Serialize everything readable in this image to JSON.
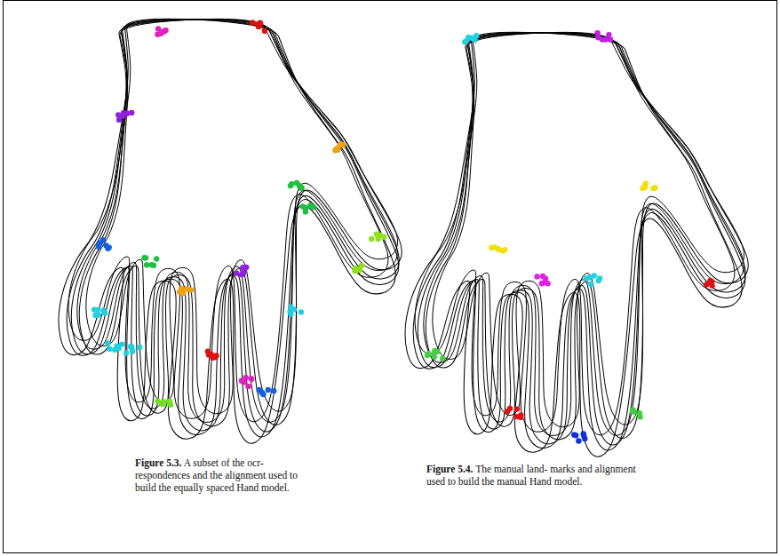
{
  "diagram": {
    "labels": [
      "Figure 5.3.",
      "A subset of the ocr- respondences and the alignment used to build the equally spaced Hand model.",
      "Figure 5.4.",
      "The manual land- marks and alignment used to build the manual Hand model."
    ]
  }
}
